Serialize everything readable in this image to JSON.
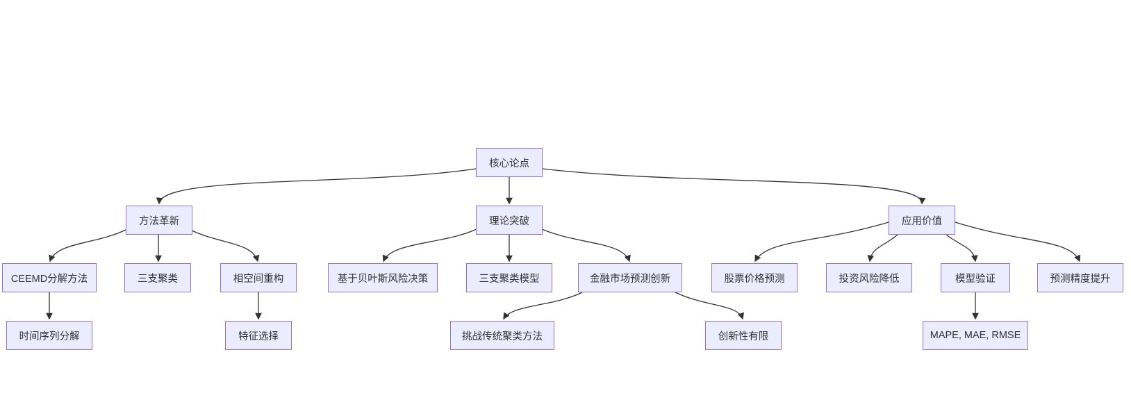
{
  "diagram": {
    "type": "flowchart",
    "direction": "top-down",
    "colors": {
      "node_fill": "#ECECFF",
      "node_border": "#9370DB",
      "edge": "#333333",
      "text": "#333333",
      "background": "#ffffff"
    },
    "nodes": [
      {
        "id": "core",
        "label": "核心论点"
      },
      {
        "id": "method",
        "label": "方法革新"
      },
      {
        "id": "theory",
        "label": "理论突破"
      },
      {
        "id": "application",
        "label": "应用价值"
      },
      {
        "id": "ceemd",
        "label": "CEEMD分解方法"
      },
      {
        "id": "three-way",
        "label": "三支聚类"
      },
      {
        "id": "phase",
        "label": "相空间重构"
      },
      {
        "id": "bayes",
        "label": "基于贝叶斯风险决策"
      },
      {
        "id": "twc-model",
        "label": "三支聚类模型"
      },
      {
        "id": "fin-innov",
        "label": "金融市场预测创新"
      },
      {
        "id": "stock",
        "label": "股票价格预测"
      },
      {
        "id": "risk",
        "label": "投资风险降低"
      },
      {
        "id": "validation",
        "label": "模型验证"
      },
      {
        "id": "precision",
        "label": "预测精度提升"
      },
      {
        "id": "decomp",
        "label": "时间序列分解"
      },
      {
        "id": "feature",
        "label": "特征选择"
      },
      {
        "id": "challenge",
        "label": "挑战传统聚类方法"
      },
      {
        "id": "limited",
        "label": "创新性有限"
      },
      {
        "id": "metrics",
        "label": "MAPE, MAE, RMSE"
      }
    ],
    "edges": [
      {
        "from": "core",
        "to": "method"
      },
      {
        "from": "core",
        "to": "theory"
      },
      {
        "from": "core",
        "to": "application"
      },
      {
        "from": "method",
        "to": "ceemd"
      },
      {
        "from": "method",
        "to": "three-way"
      },
      {
        "from": "method",
        "to": "phase"
      },
      {
        "from": "theory",
        "to": "bayes"
      },
      {
        "from": "theory",
        "to": "twc-model"
      },
      {
        "from": "theory",
        "to": "fin-innov"
      },
      {
        "from": "application",
        "to": "stock"
      },
      {
        "from": "application",
        "to": "risk"
      },
      {
        "from": "application",
        "to": "validation"
      },
      {
        "from": "application",
        "to": "precision"
      },
      {
        "from": "ceemd",
        "to": "decomp"
      },
      {
        "from": "phase",
        "to": "feature"
      },
      {
        "from": "fin-innov",
        "to": "challenge"
      },
      {
        "from": "fin-innov",
        "to": "limited"
      },
      {
        "from": "validation",
        "to": "metrics"
      }
    ]
  }
}
